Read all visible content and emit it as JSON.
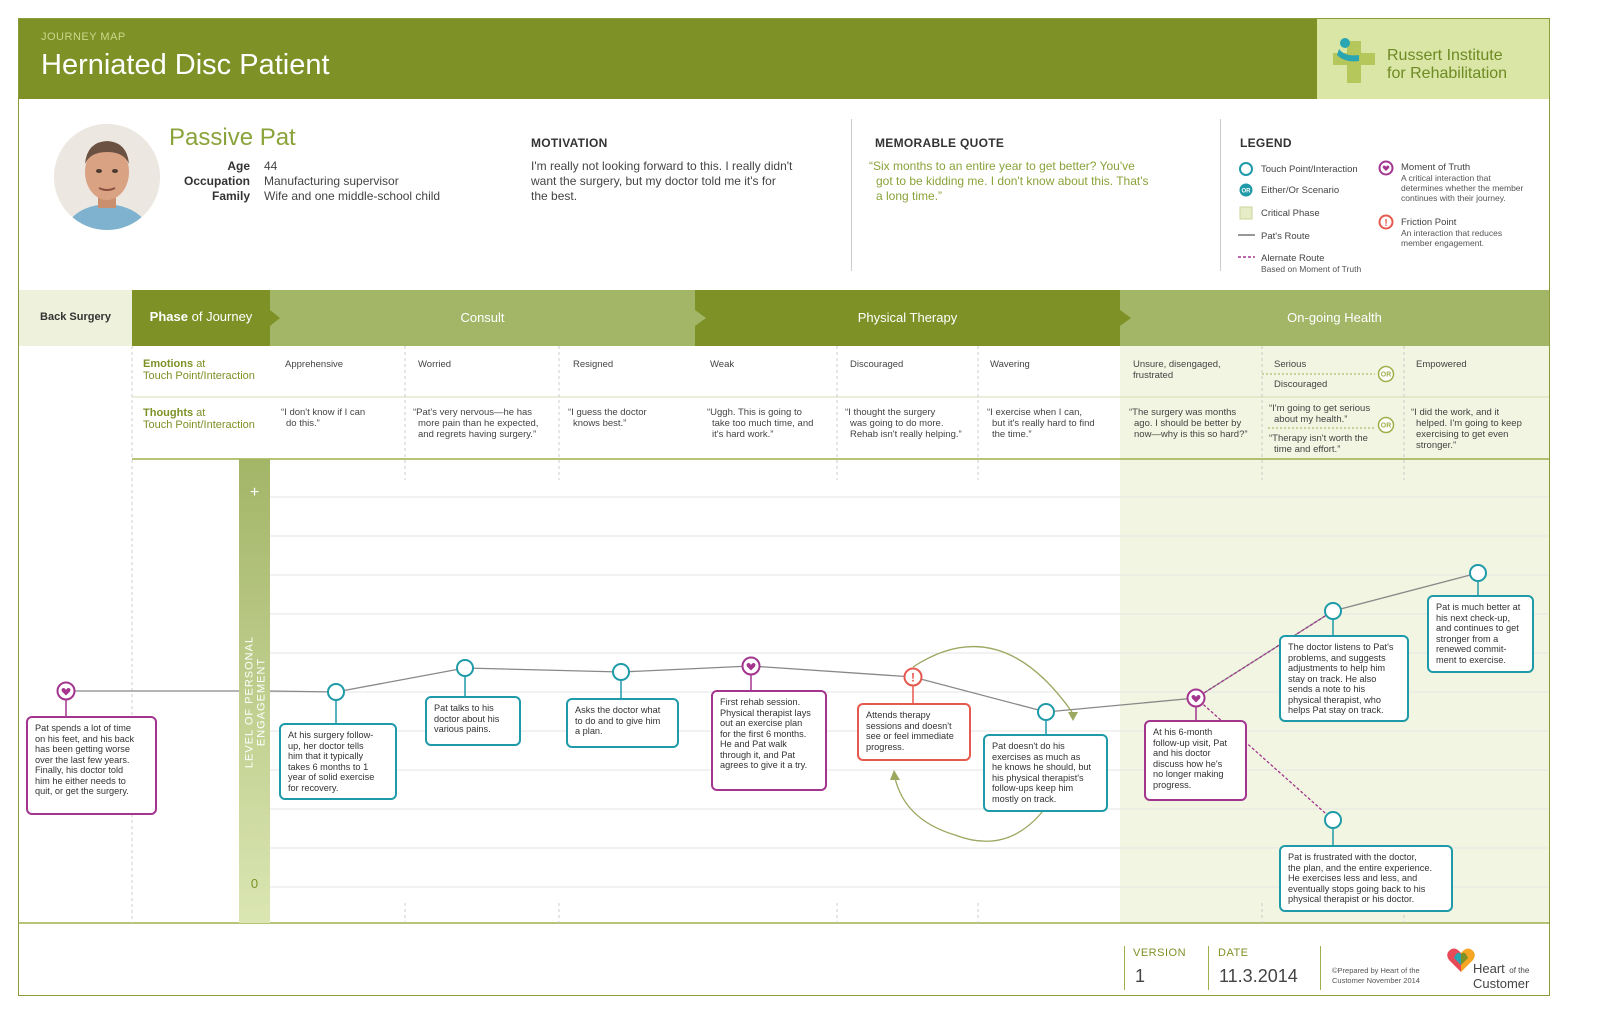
{
  "header": {
    "subtitle": "JOURNEY MAP",
    "title": "Herniated Disc Patient",
    "org_name_line1": "Russert Institute",
    "org_name_line2": "for Rehabilitation"
  },
  "persona": {
    "name": "Passive Pat",
    "fields": [
      {
        "label": "Age",
        "value": "44"
      },
      {
        "label": "Occupation",
        "value": "Manufacturing supervisor"
      },
      {
        "label": "Family",
        "value": "Wife and one middle-school child"
      }
    ]
  },
  "motivation": {
    "heading": "MOTIVATION",
    "text_lines": [
      "I'm really not looking forward to this. I really didn't",
      "want the surgery, but my doctor told me it's for",
      "the best."
    ]
  },
  "quote": {
    "heading": "MEMORABLE QUOTE",
    "text_lines": [
      "“Six months to an entire year to get better? You've",
      "got to be kidding me. I don't know about this. That's",
      "a long time.”"
    ]
  },
  "legend": {
    "heading": "LEGEND",
    "touch_point": "Touch Point/Interaction",
    "either_or": "Either/Or Scenario",
    "or_badge": "OR",
    "critical_phase": "Critical Phase",
    "pats_route": "Pat's Route",
    "alternate_route": "Alernate Route",
    "alternate_route_sub": "Based on Moment of Truth",
    "moment_of_truth": "Moment of Truth",
    "moment_of_truth_sub": [
      "A critical interaction that",
      "determines whether the member",
      "continues with their journey."
    ],
    "friction_point": "Friction Point",
    "friction_point_sub": [
      "An interaction that reduces",
      "member engagement."
    ]
  },
  "phases": {
    "row_label": "Back Surgery",
    "phase_of_journey_bold": "Phase",
    "phase_of_journey_rest": "of Journey",
    "items": [
      "Consult",
      "Physical Therapy",
      "On-going Health"
    ]
  },
  "emotions": {
    "label_bold": "Emotions",
    "label_rest": "at",
    "label_line2": "Touch Point/Interaction",
    "items": [
      "Apprehensive",
      "Worried",
      "Resigned",
      "Weak",
      "Discouraged",
      "Wavering",
      "Unsure, disengaged,",
      "frustrated",
      "Serious",
      "Discouraged",
      "Empowered"
    ]
  },
  "thoughts": {
    "label_bold": "Thoughts",
    "label_rest": "at",
    "label_line2": "Touch Point/Interaction",
    "items": [
      [
        "“I don't know if I can",
        "do this.”"
      ],
      [
        "“Pat's very nervous—he has",
        "more pain than he expected,",
        "and regrets having surgery.”"
      ],
      [
        "“I guess the doctor",
        "knows best.”"
      ],
      [
        "“Uggh. This is going to",
        "take too much time, and",
        "it's hard work.”"
      ],
      [
        "“I thought the surgery",
        "was going to do more.",
        "Rehab isn't really helping.”"
      ],
      [
        "“I exercise when I can,",
        "but it's really hard to find",
        "the time.”"
      ],
      [
        "“The surgery was months",
        "ago. I should be better by",
        "now—why is this so hard?”"
      ],
      [
        "“I'm going to get serious",
        "about my health.”"
      ],
      [
        "“Therapy isn't worth the",
        "time and effort.”"
      ],
      [
        "“I did the work, and it",
        "helped. I'm going to keep",
        "exercising to get even",
        "stronger.”"
      ]
    ]
  },
  "engagement": {
    "axis_label": "LEVEL OF PERSONAL ENGAGEMENT",
    "plus": "+",
    "zero": "0"
  },
  "cards": [
    [
      "Pat spends a lot of time",
      "on his feet, and his back",
      "has been getting worse",
      "over the last few years.",
      "Finally, his doctor told",
      "him he either needs to",
      "quit, or get the surgery."
    ],
    [
      "At his surgery follow-",
      "up, her doctor tells",
      "him that it typically",
      "takes 6 months to 1",
      "year of solid exercise",
      "for recovery."
    ],
    [
      "Pat talks to his",
      "doctor about his",
      "various pains."
    ],
    [
      "Asks the doctor what",
      "to do and to give him",
      "a plan."
    ],
    [
      "First rehab session.",
      "Physical therapist lays",
      "out an exercise plan",
      "for the first 6 months.",
      "He and Pat walk",
      "through it, and Pat",
      "agrees to give it a try."
    ],
    [
      "Attends therapy",
      "sessions and doesn't",
      "see or feel immediate",
      "progress."
    ],
    [
      "Pat doesn't do his",
      "exercises as much as",
      "he knows he should, but",
      "his physical therapist's",
      "follow-ups keep him",
      "mostly on track."
    ],
    [
      "At his 6-month",
      "follow-up visit, Pat",
      "and his doctor",
      "discuss how he's",
      "no longer making",
      "progress."
    ],
    [
      "The doctor listens to Pat's",
      "problems, and suggests",
      "adjustments to help him",
      "stay on track. He also",
      "sends a note to his",
      "physical therapist, who",
      "helps Pat stay on track."
    ],
    [
      "Pat is much better at",
      "his next check-up,",
      "and continues to get",
      "stronger from a",
      "renewed commit-",
      "ment to exercise."
    ],
    [
      "Pat is frustrated with the doctor,",
      "the plan, and the entire experience.",
      "He exercises less and less, and",
      "eventually stops going back to his",
      "physical therapist or his doctor."
    ]
  ],
  "footer": {
    "version_label": "VERSION",
    "version_value": "1",
    "date_label": "DATE",
    "date_value": "11.3.2014",
    "prepared_by": [
      "©Prepared by Heart of the",
      "Customer November 2014"
    ],
    "brand_heart": "Heart",
    "brand_of_the": "of the",
    "brand_customer": "Customer"
  },
  "colors": {
    "brand_green": "#7d9127",
    "light_green": "#a5b567",
    "teal": "#1f9aa8",
    "purple": "#a3358f",
    "red": "#e6594e",
    "critical_phase_fill": "#f1f5e1"
  }
}
